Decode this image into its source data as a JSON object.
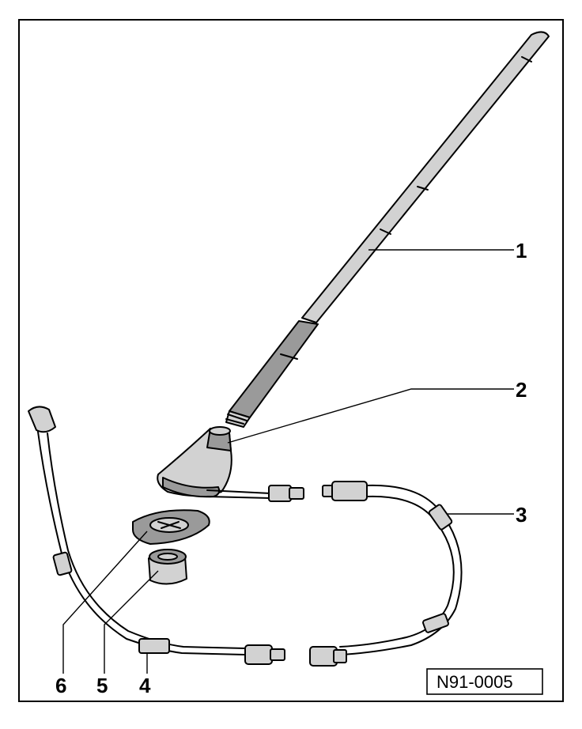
{
  "reference_code": "N91-0005",
  "callouts": [
    {
      "number": "1",
      "part": "antenna-rod"
    },
    {
      "number": "2",
      "part": "antenna-base"
    },
    {
      "number": "3",
      "part": "cable-right"
    },
    {
      "number": "4",
      "part": "cable-lower"
    },
    {
      "number": "5",
      "part": "nut"
    },
    {
      "number": "6",
      "part": "seal"
    }
  ]
}
